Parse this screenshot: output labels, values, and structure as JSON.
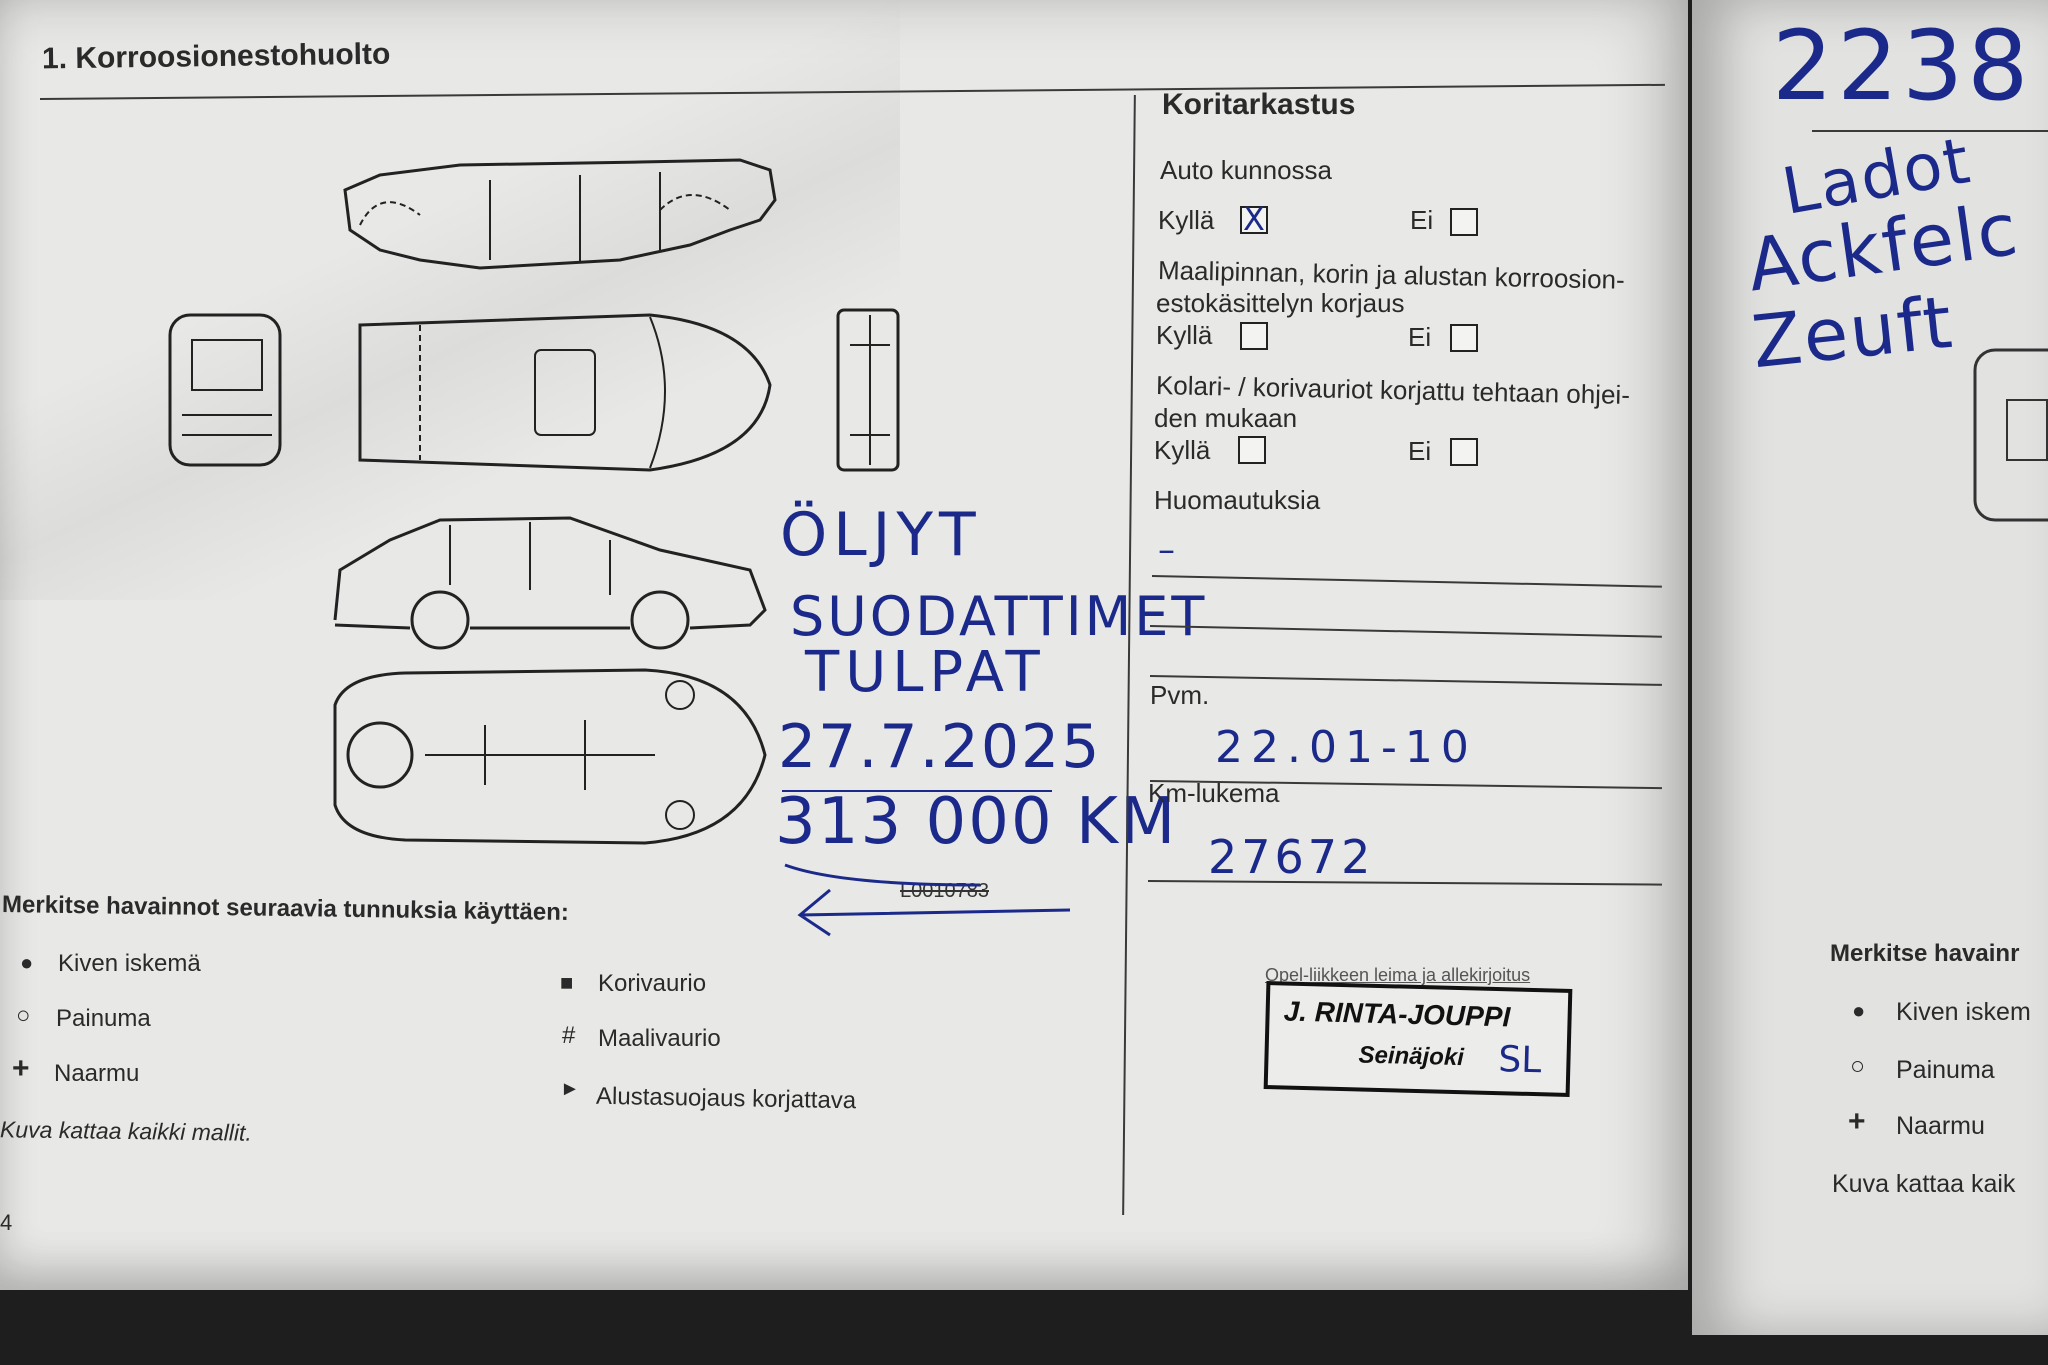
{
  "left": {
    "section_title": "1. Korroosionestohuolto",
    "legend_intro": "Merkitse havainnot seuraavia tunnuksia käyttäen:",
    "legend": [
      {
        "symbol": "●",
        "label": "Kiven iskemä"
      },
      {
        "symbol": "○",
        "label": "Painuma"
      },
      {
        "symbol": "+",
        "label": "Naarmu"
      },
      {
        "symbol": "■",
        "label": "Korivaurio"
      },
      {
        "symbol": "#",
        "label": "Maalivaurio"
      },
      {
        "symbol": "►",
        "label": "Alustasuojaus korjattava"
      }
    ],
    "footnote": "Kuva kattaa kaikki mallit.",
    "page_number": "4"
  },
  "handwriting": {
    "line1": "ÖLJYT",
    "line2": "SUODATTIMET",
    "line3": "TULPAT",
    "date": "27.7.2025",
    "km": "313 000 KM",
    "code": "L0010783"
  },
  "right": {
    "title": "Koritarkastus",
    "q1": "Auto kunnossa",
    "q2_line1": "Maalipinnan, korin ja alustan korroosion-",
    "q2_line2": "estokäsittelyn korjaus",
    "q3_line1": "Kolari- / korivauriot korjattu tehtaan ohjei-",
    "q3_line2": "den mukaan",
    "yes": "Kyllä",
    "no": "Ei",
    "q1_yes_mark": "X",
    "remarks_label": "Huomautuksia",
    "remarks_value": "–",
    "date_label": "Pvm.",
    "date_value": "22.01-10",
    "km_label": "Km-lukema",
    "km_value": "27672",
    "stamp_caption": "Opel-liikkeen leima ja allekirjoitus",
    "stamp_name": "J. RINTA-JOUPPI",
    "stamp_city": "Seinäjoki",
    "stamp_initials": "SL"
  },
  "next_page": {
    "number": "2238",
    "hand1": "Ladot",
    "hand2": "Ackfelc",
    "hand3": "Zeuft",
    "legend_intro": "Merkitse havainr",
    "legend": [
      {
        "symbol": "●",
        "label": "Kiven iskem"
      },
      {
        "symbol": "○",
        "label": "Painuma"
      },
      {
        "symbol": "+",
        "label": "Naarmu"
      }
    ],
    "footnote": "Kuva kattaa kaik"
  },
  "colors": {
    "ink": "#1b2a8a",
    "paper": "#e8e8e6",
    "print": "#2a2a2a"
  }
}
